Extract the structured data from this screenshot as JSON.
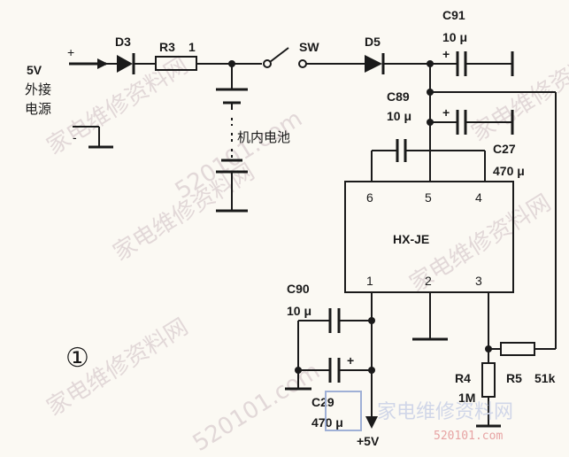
{
  "watermarks": {
    "site_cn": "家电维修资料网",
    "site_url": "520101.com",
    "bottom_cn": "家电维修资料网",
    "bottom_url": "520101.com"
  },
  "labels": {
    "input_voltage": "5V",
    "input_cn_1": "外接",
    "input_cn_2": "电源",
    "plus_in": "+",
    "minus_in": "-",
    "d3": "D3",
    "r3": "R3",
    "r3_pin": "1",
    "sw": "SW",
    "d5": "D5",
    "c91": "C91",
    "c91_val": "10 μ",
    "c91_plus": "+",
    "battery_cn": "机内电池",
    "c89": "C89",
    "c89_val": "10 μ",
    "c89_plus": "+",
    "c27": "C27",
    "c27_val": "470 μ",
    "ic_name": "HX-JE",
    "pin6": "6",
    "pin5": "5",
    "pin4": "4",
    "pin1": "1",
    "pin2": "2",
    "pin3": "3",
    "c90": "C90",
    "c90_val": "10 μ",
    "c29": "C29",
    "c29_val": "470 μ",
    "c29_plus": "+",
    "r4": "R4",
    "r4_val": "1M",
    "r5": "R5",
    "r5_val": "51k",
    "out_voltage": "+5V",
    "figure_no": "①"
  },
  "colors": {
    "ink": "#1a1a1a",
    "paper": "#fbf9f3",
    "watermark": "#e2d8d8"
  }
}
